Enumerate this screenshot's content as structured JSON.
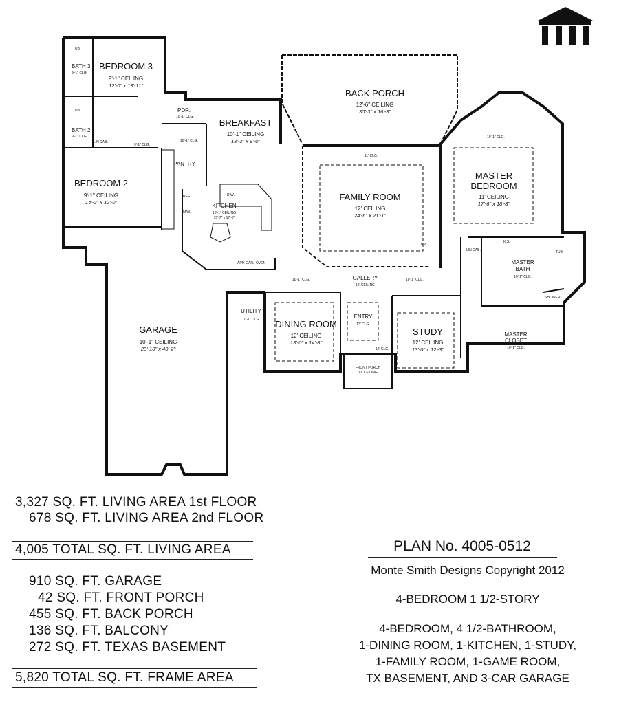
{
  "logo": {
    "name": "house-columns-logo"
  },
  "rooms": {
    "bedroom3": {
      "name": "BEDROOM 3",
      "ceiling": "9'-1\" CEILING",
      "size": "12'-0\" x 13'-11\""
    },
    "bath3": {
      "name": "BATH 3",
      "ceiling": "9'-1\" CLG."
    },
    "bath2": {
      "name": "BATH 2",
      "ceiling": "9'-1\" CLG."
    },
    "bedroom2": {
      "name": "BEDROOM 2",
      "ceiling": "9'-1\" CEILING",
      "size": "14'-2\" x 12'-0\""
    },
    "pdr": {
      "name": "PDR.",
      "ceiling": "10'-1\" CLG."
    },
    "breakfast": {
      "name": "BREAKFAST",
      "ceiling": "10'-1\" CEILING",
      "size": "13'-3\" x 9'-0\""
    },
    "pantry": {
      "name": "PANTRY"
    },
    "kitchen": {
      "name": "KITCHEN",
      "ceiling": "10'-1\" CEILING",
      "size": "15'-7\" x 17'-0\""
    },
    "back_porch": {
      "name": "BACK PORCH",
      "ceiling": "12'-6\" CEILING",
      "size": "30'-3\" x 16'-3\""
    },
    "family_room": {
      "name": "FAMILY ROOM",
      "ceiling": "12' CEILING",
      "size": "24'-6\" x 21'-1\""
    },
    "master_bedroom": {
      "name1": "MASTER",
      "name2": "BEDROOM",
      "ceiling": "11' CEILING",
      "size": "17'-6\" x 18'-8\""
    },
    "master_bath": {
      "name1": "MASTER",
      "name2": "BATH",
      "ceiling": "10'-1\" CLG."
    },
    "master_closet": {
      "name1": "MASTER",
      "name2": "CLOSET",
      "ceiling": "10'-1\" CLG."
    },
    "gallery": {
      "name": "GALLERY",
      "ceiling": "12' CEILING"
    },
    "utility": {
      "name": "UTILITY",
      "ceiling": "10'-1\" CLG."
    },
    "dining_room": {
      "name": "DINING ROOM",
      "ceiling": "12' CEILING",
      "size": "13'-0\" x 14'-8\""
    },
    "entry": {
      "name": "ENTRY",
      "ceiling": "13' CLG."
    },
    "study": {
      "name": "STUDY",
      "ceiling": "12' CEILING",
      "size": "13'-0\" x 12'-3\""
    },
    "front_porch": {
      "name": "FRONT PORCH",
      "ceiling": "11' CEILING"
    },
    "garage": {
      "name": "GARAGE",
      "ceiling": "10'-1\" CEILING",
      "size": "23'-10\" x 40'-2\""
    }
  },
  "fixtures": {
    "tub": "TUB",
    "lin_cab": "LIN CAB.",
    "ref": "REF.",
    "mw": "M/W.",
    "dw": "D.W.",
    "app_gar": "APP. GAR.",
    "oven": "OVEN",
    "fp": "F.P.",
    "ks": "K.S.",
    "shower": "SHOWER",
    "clg_9": "9'-1\" CLG.",
    "clg_10": "10'-1\" CLG.",
    "clg_11": "11' CLG.",
    "clg_12": "12' CLG."
  },
  "areas": {
    "living_1st": "3,327  SQ. FT. LIVING AREA 1st FLOOR",
    "living_2nd": "678  SQ. FT. LIVING AREA 2nd FLOOR",
    "total_living": "4,005  TOTAL SQ. FT. LIVING AREA",
    "garage": "910  SQ. FT. GARAGE",
    "front_porch": "42  SQ. FT. FRONT PORCH",
    "back_porch": "455  SQ. FT. BACK PORCH",
    "balcony": "136  SQ. FT. BALCONY",
    "texas_basement": "272  SQ. FT. TEXAS BASEMENT",
    "total_frame": "5,820  TOTAL SQ. FT. FRAME AREA"
  },
  "plan": {
    "number": "PLAN No. 4005-0512",
    "copyright": "Monte Smith Designs Copyright 2012",
    "type": "4-BEDROOM  1 1/2-STORY",
    "features": [
      "4-BEDROOM, 4 1/2-BATHROOM,",
      "1-DINING ROOM, 1-KITCHEN, 1-STUDY,",
      "1-FAMILY ROOM, 1-GAME ROOM,",
      "TX BASEMENT, AND 3-CAR GARAGE"
    ]
  }
}
